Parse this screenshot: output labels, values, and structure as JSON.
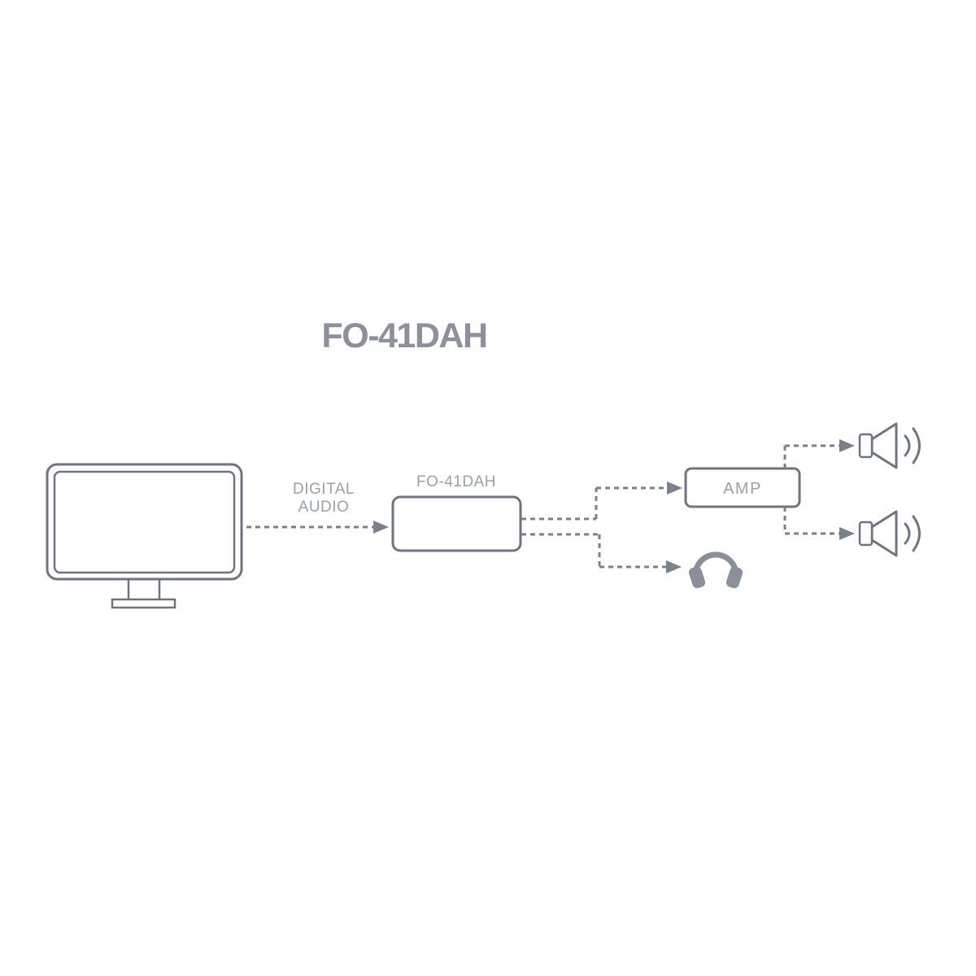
{
  "title": "FO-41DAH",
  "colors": {
    "outline": "#6e7580",
    "dash": "#7a818b",
    "label_text": "#9aa1a9",
    "title_text": "#8b909a",
    "icon_fill": "#8a909b",
    "background": "#ffffff"
  },
  "nodes": {
    "tv": {
      "icon": "tv-icon"
    },
    "converter": {
      "label": "FO-41DAH"
    },
    "amp": {
      "label": "AMP"
    },
    "headphones": {
      "icon": "headphones-icon"
    },
    "speaker_top": {
      "icon": "speaker-icon"
    },
    "speaker_bottom": {
      "icon": "speaker-icon"
    }
  },
  "edges": {
    "tv_to_converter": {
      "label_line1": "DIGITAL",
      "label_line2": "AUDIO",
      "style": "dashed-arrow"
    },
    "converter_to_amp": {
      "style": "dashed-arrow"
    },
    "converter_to_headphones": {
      "style": "dashed-arrow"
    },
    "amp_to_speaker_top": {
      "style": "dashed-arrow"
    },
    "amp_to_speaker_bottom": {
      "style": "dashed-arrow"
    }
  }
}
